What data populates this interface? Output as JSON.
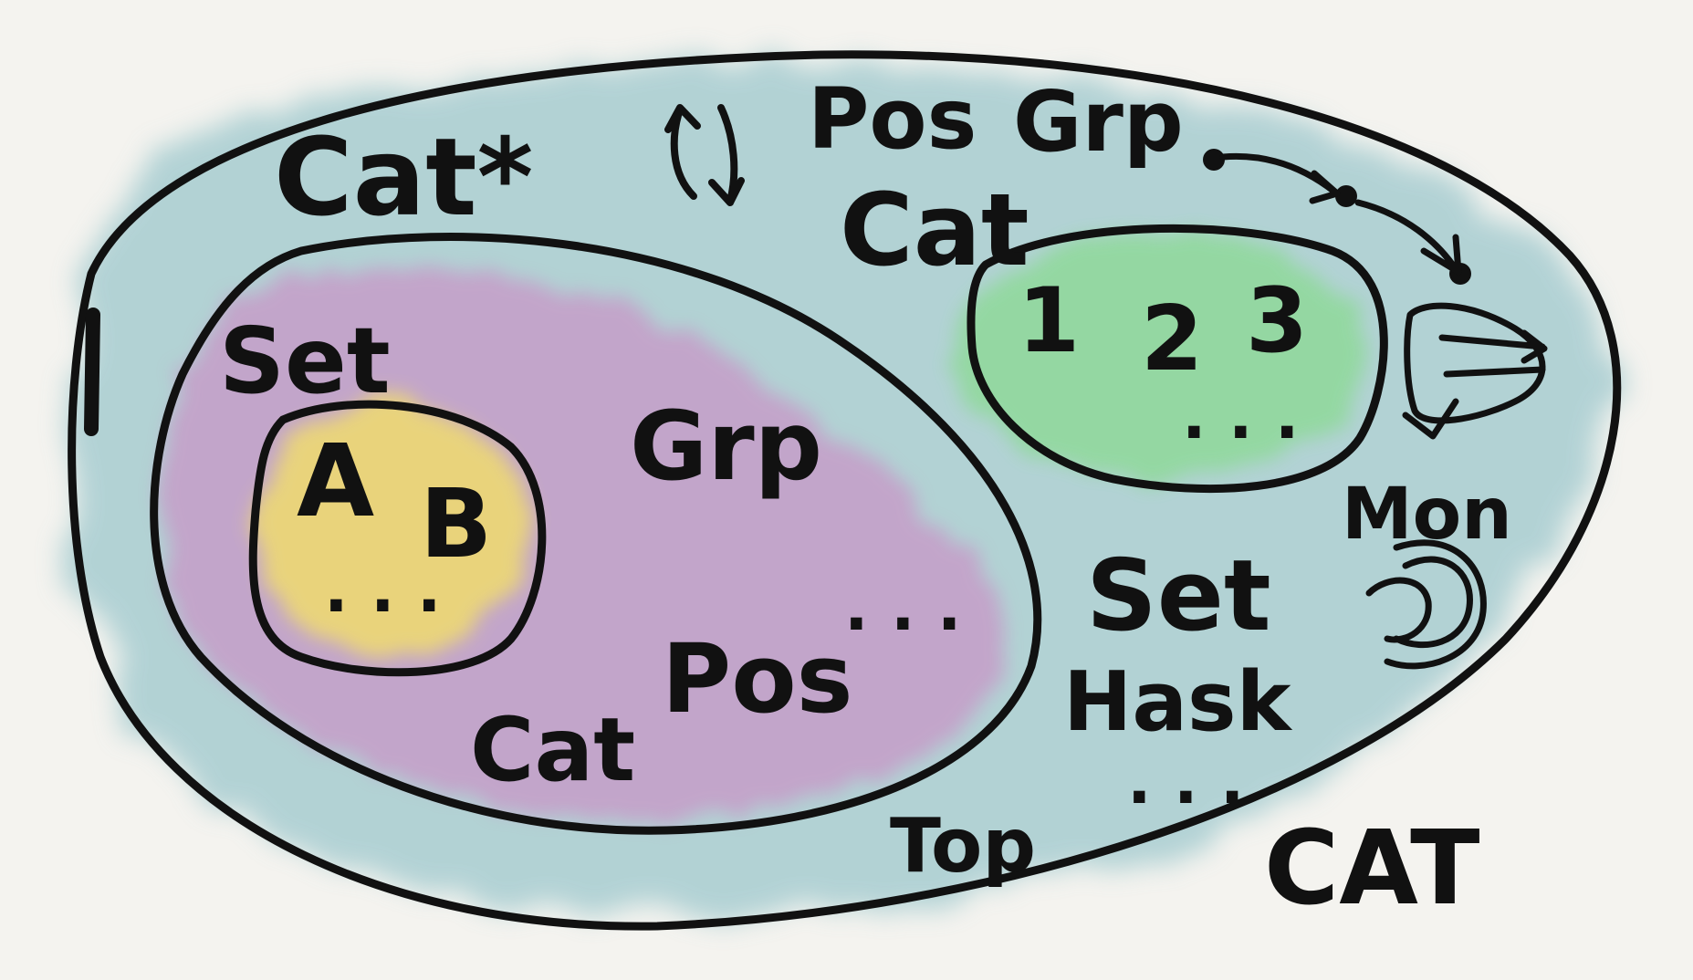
{
  "colors": {
    "ink": "#111111",
    "background": "#f4f3ef",
    "outer_wash": "#9cc7cc",
    "large_set_wash": "#c79ac8",
    "small_set_wash": "#f0dc6e",
    "discrete_wash": "#8fd99a"
  },
  "labels": {
    "outer": "CAT",
    "cat_star": "Cat*",
    "pos": "Pos",
    "grp": "Grp",
    "cat_top": "Cat",
    "set_outer": "Set",
    "hask": "Hask",
    "top": "Top",
    "mon": "Mon",
    "outer_ellipsis": ". . ."
  },
  "large_region": {
    "label": "Set",
    "grp": "Grp",
    "pos": "Pos",
    "cat": "Cat",
    "ellipsis": ". . ."
  },
  "small_region": {
    "a": "A",
    "b": "B",
    "ellipsis": ". . ."
  },
  "discrete_region": {
    "one": "1",
    "two": "2",
    "three": "3",
    "ellipsis": ". . ."
  }
}
